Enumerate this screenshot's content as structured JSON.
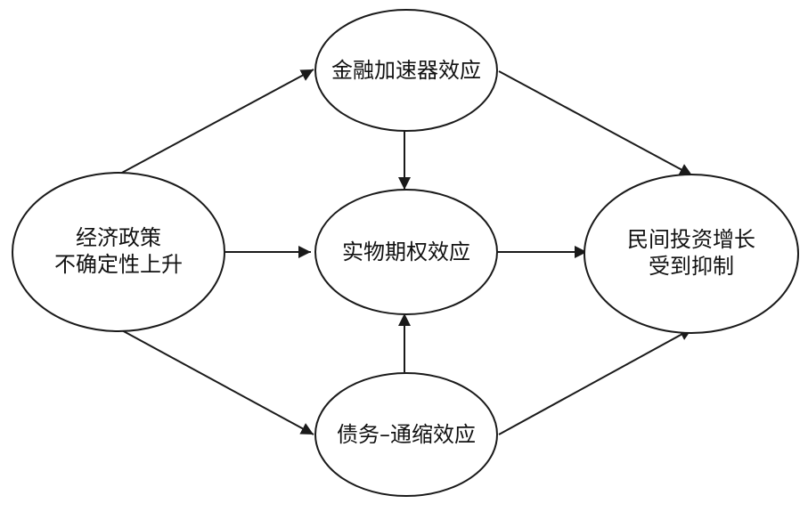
{
  "nodes": {
    "uncertainty": {
      "line1": "经济政策",
      "line2": "不确定性上升"
    },
    "financial_accelerator": {
      "label": "金融加速器效应"
    },
    "real_option": {
      "label": "实物期权效应"
    },
    "debt_deflation": {
      "label": "债务–通缩效应"
    },
    "investment": {
      "line1": "民间投资增长",
      "line2": "受到抑制"
    }
  },
  "edges": [
    {
      "from": "uncertainty",
      "to": "financial_accelerator"
    },
    {
      "from": "uncertainty",
      "to": "real_option"
    },
    {
      "from": "uncertainty",
      "to": "debt_deflation"
    },
    {
      "from": "financial_accelerator",
      "to": "real_option"
    },
    {
      "from": "debt_deflation",
      "to": "real_option"
    },
    {
      "from": "financial_accelerator",
      "to": "investment"
    },
    {
      "from": "real_option",
      "to": "investment"
    },
    {
      "from": "debt_deflation",
      "to": "investment"
    }
  ],
  "colors": {
    "stroke": "#1a1a1a",
    "background": "#ffffff"
  }
}
